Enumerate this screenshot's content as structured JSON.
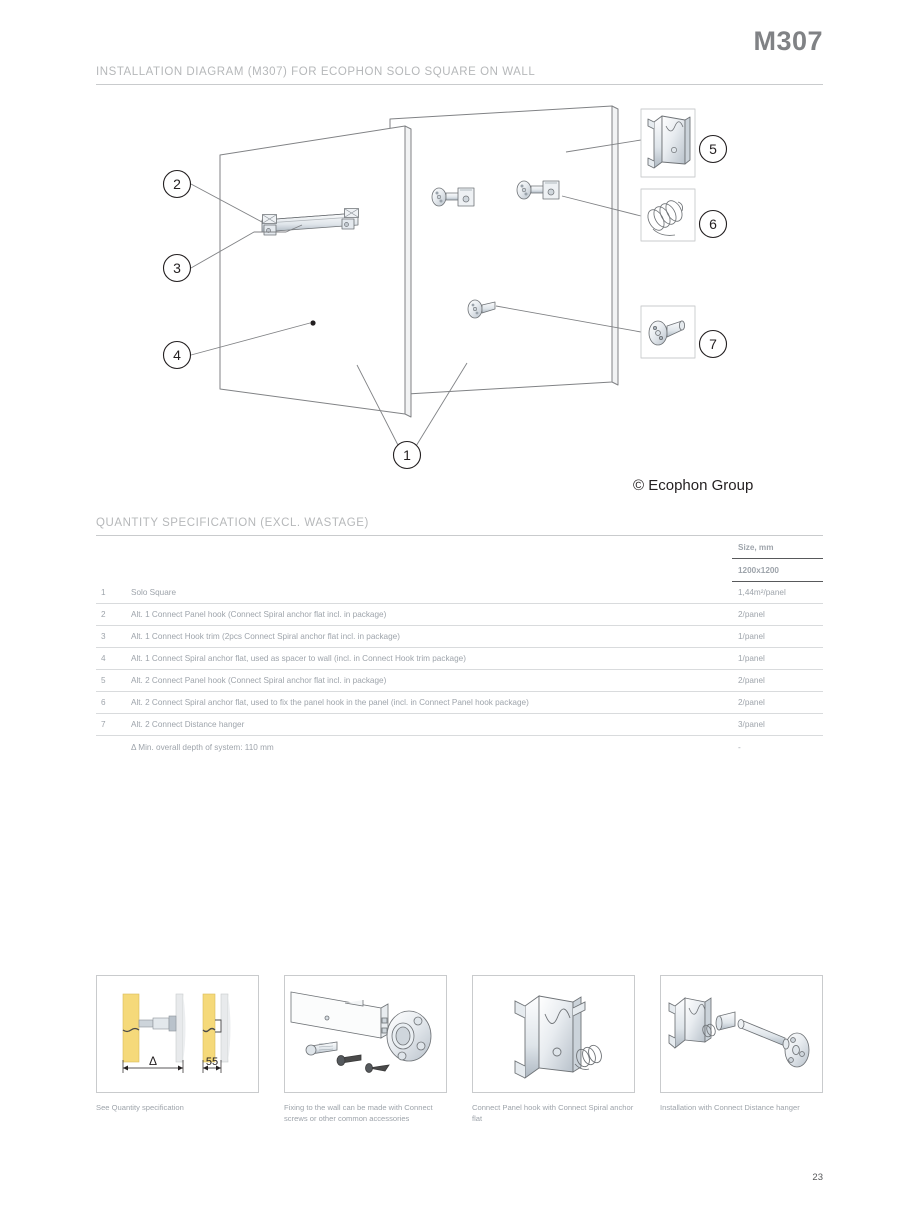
{
  "header": {
    "doc_code": "M307",
    "title": "INSTALLATION DIAGRAM (M307) FOR ECOPHON SOLO SQUARE ON WALL"
  },
  "diagram": {
    "callouts": [
      {
        "id": "1",
        "label": "1"
      },
      {
        "id": "2",
        "label": "2"
      },
      {
        "id": "3",
        "label": "3"
      },
      {
        "id": "4",
        "label": "4"
      },
      {
        "id": "5",
        "label": "5"
      },
      {
        "id": "6",
        "label": "6"
      },
      {
        "id": "7",
        "label": "7"
      }
    ]
  },
  "copyright": "© Ecophon Group",
  "quantity": {
    "heading": "QUANTITY SPECIFICATION (EXCL. WASTAGE)",
    "columns": {
      "size_header": "Size, mm",
      "size_value": "1200x1200"
    },
    "rows": [
      {
        "num": "1",
        "desc": "Solo Square",
        "size": "1,44m²/panel"
      },
      {
        "num": "2",
        "desc": "Alt. 1 Connect  Panel hook (Connect Spiral anchor flat incl. in package)",
        "size": "2/panel"
      },
      {
        "num": "3",
        "desc": "Alt. 1 Connect Hook trim (2pcs Connect Spiral anchor flat incl. in package)",
        "size": "1/panel"
      },
      {
        "num": "4",
        "desc": "Alt. 1 Connect Spiral anchor flat, used as spacer to wall (incl. in Connect Hook trim package)",
        "size": "1/panel"
      },
      {
        "num": "5",
        "desc": "Alt. 2 Connect Panel hook (Connect Spiral anchor flat incl. in package)",
        "size": "2/panel"
      },
      {
        "num": "6",
        "desc": "Alt. 2 Connect Spiral anchor flat, used to fix the panel hook in the panel (incl. in Connect Panel hook package)",
        "size": "2/panel"
      },
      {
        "num": "7",
        "desc": "Alt. 2 Connect Distance hanger",
        "size": "3/panel"
      }
    ],
    "note": {
      "desc": "Δ Min. overall depth of system: 110 mm",
      "size": "-"
    }
  },
  "thumbnails": [
    {
      "name": "quantity-spec-thumb",
      "caption": "See Quantity specification",
      "dim_delta": "Δ",
      "dim_55": "55"
    },
    {
      "name": "wall-fixing-thumb",
      "caption": "Fixing to the wall can be made with Connect screws or other common accessories"
    },
    {
      "name": "panel-hook-thumb",
      "caption": "Connect Panel hook with Connect Spiral anchor flat"
    },
    {
      "name": "distance-hanger-thumb",
      "caption": "Installation with Connect Distance hanger"
    }
  ],
  "page_number": "23",
  "colors": {
    "code_gray": "#808285",
    "heading_gray": "#b6b8ba",
    "rule_gray": "#c9cbcd",
    "table_text": "#9ea4ab",
    "dark_text": "#231f20",
    "line_stroke": "#808285",
    "panel_yellow": "#f5d97a"
  }
}
